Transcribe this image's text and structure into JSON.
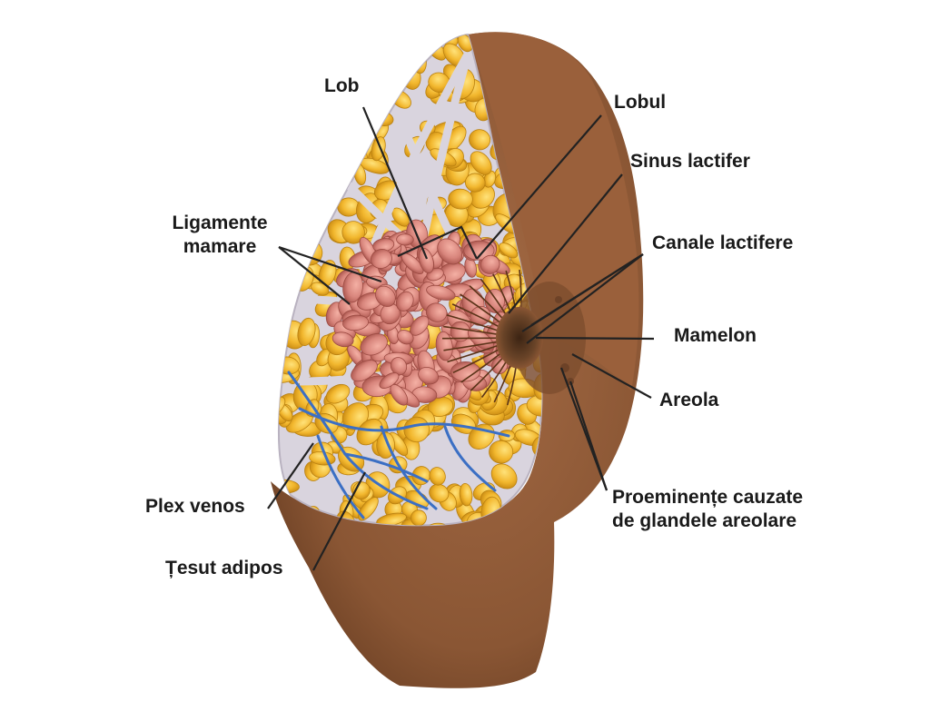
{
  "labels": {
    "lob": "Lob",
    "ligamente_line1": "Ligamente",
    "ligamente_line2": "mamare",
    "plex_venos": "Plex venos",
    "tesut_adipos": "Țesut adipos",
    "lobul": "Lobul",
    "sinus_lactifer": "Sinus lactifer",
    "canale_lactifere": "Canale lactifere",
    "mamelon": "Mamelon",
    "areola": "Areola",
    "proeminente_line1": "Proeminențe cauzate",
    "proeminente_line2": "de glandele areolare"
  },
  "colors": {
    "skin": "#8a5634",
    "skin_dark": "#5e3720",
    "fat": "#f2b72e",
    "fat_edge": "#c98a12",
    "lobule": "#d8857c",
    "lobule_edge": "#a9544c",
    "septa": "#c9c4cf",
    "vein": "#3b6fc4",
    "leader_line": "#222222",
    "text": "#1a1a1a"
  }
}
